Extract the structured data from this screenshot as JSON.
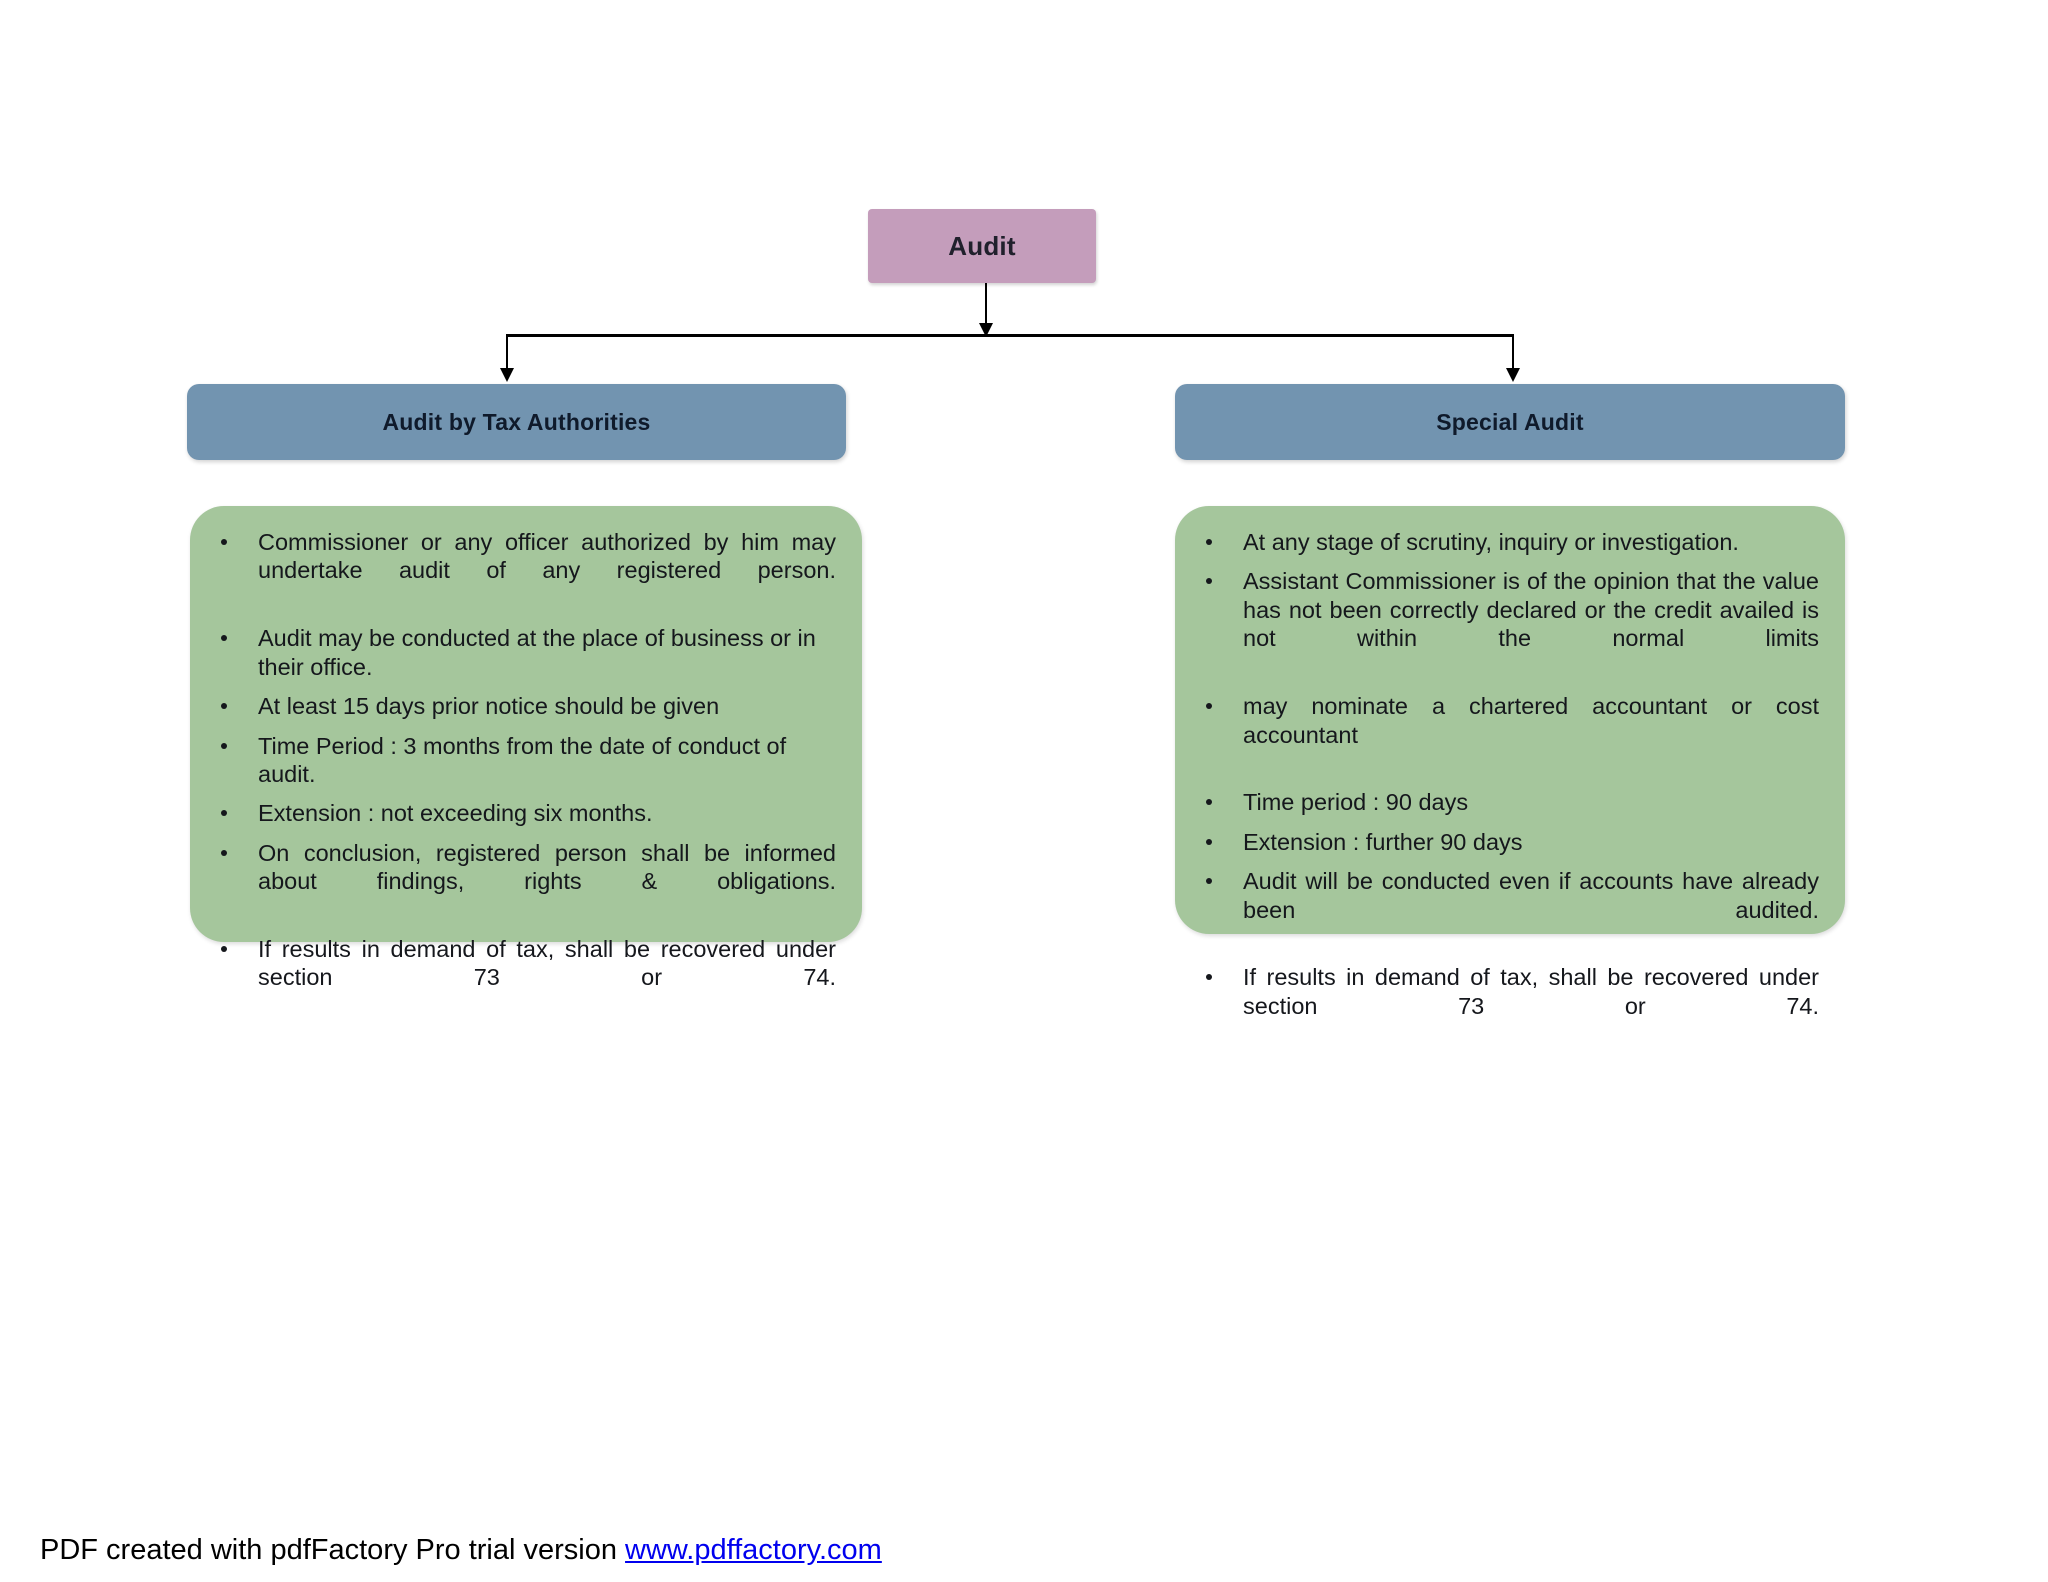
{
  "root": {
    "label": "Audit"
  },
  "colors": {
    "root_fill": "#c49dbb",
    "branch_fill": "#7294b0",
    "detail_fill": "#a5c69c",
    "link": "#0000ee",
    "connector": "#000000"
  },
  "branches": [
    {
      "title": "Audit by Tax Authorities",
      "bullets": [
        "Commissioner or any officer authorized by him may undertake audit of any registered person.",
        "Audit may be conducted at the place of business or in their office.",
        "At least 15 days prior notice should be given",
        "Time Period : 3 months from the date of conduct of audit.",
        "Extension : not exceeding six months.",
        "On conclusion, registered person shall be informed about findings, rights & obligations.",
        "If results in demand of tax, shall be recovered under section 73 or 74."
      ]
    },
    {
      "title": "Special Audit",
      "bullets": [
        "At any stage of scrutiny, inquiry or investigation.",
        "Assistant Commissioner is of the opinion that the value has not been correctly declared or the credit availed is not within the normal limits",
        "may nominate a chartered accountant or cost accountant",
        "Time period : 90 days",
        "Extension :  further 90 days",
        "Audit will be conducted even  if accounts have already been audited.",
        "If results in demand of tax, shall be recovered under section 73 or 74."
      ]
    }
  ],
  "footer": {
    "text": "PDF created with pdfFactory Pro trial version ",
    "link_text": "www.pdffactory.com"
  }
}
